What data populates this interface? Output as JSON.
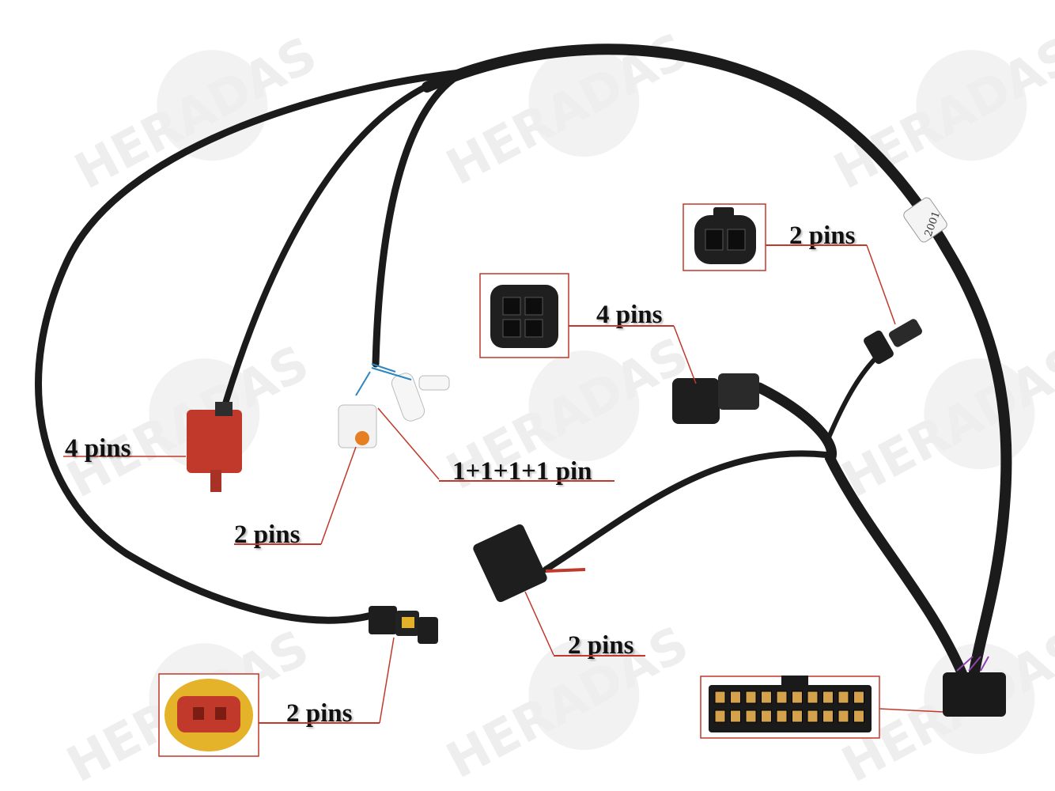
{
  "watermark": {
    "text": "HERADAS",
    "color": "#e9e9e9"
  },
  "accent_color": "#c0392b",
  "cable_color": "#1b1b1b",
  "labels": {
    "pins_2_top": "2 pins",
    "pins_4_mid": "4 pins",
    "pins_4_left": "4 pins",
    "pins_1111": "1+1+1+1 pin",
    "pins_2_left": "2 pins",
    "pins_2_bottom_mid": "2 pins",
    "pins_2_bottom_left": "2 pins"
  },
  "insets": [
    {
      "name": "two-pin-black-connector-closeup",
      "pins": 2
    },
    {
      "name": "four-pin-black-connector-closeup",
      "pins": 4
    },
    {
      "name": "two-pin-yellow-red-connector-closeup",
      "pins": 2
    },
    {
      "name": "twenty-pin-main-connector-closeup",
      "pins": 20
    }
  ],
  "cable_print": "2001"
}
